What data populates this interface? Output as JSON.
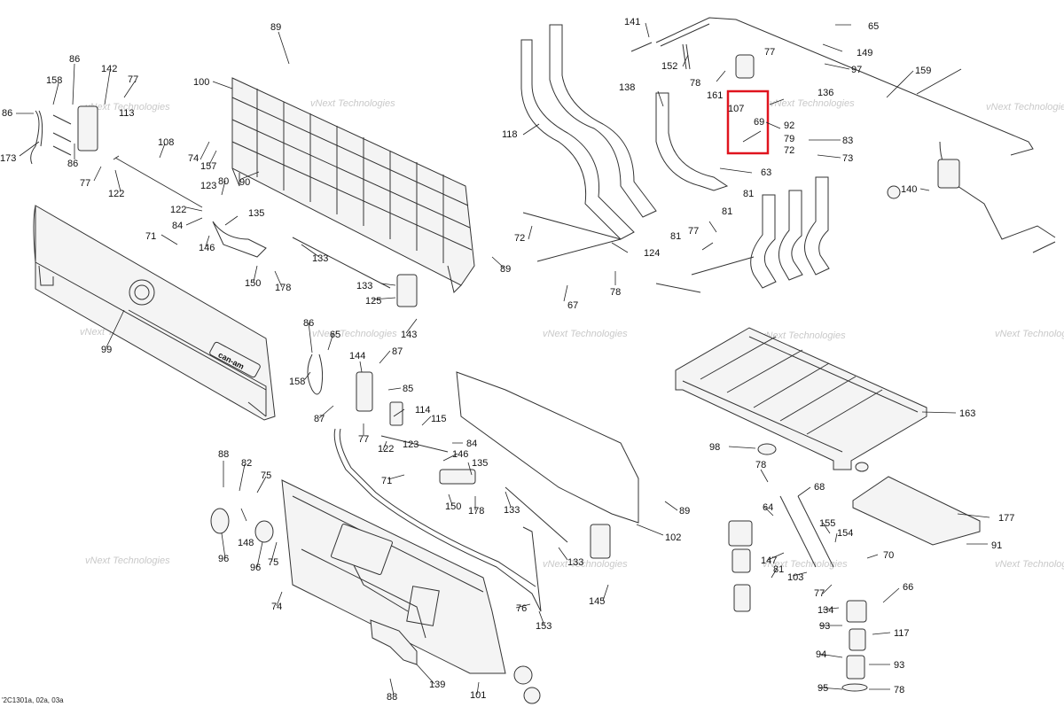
{
  "callouts": [
    {
      "id": "c141",
      "text": "141"
    },
    {
      "id": "c65a",
      "text": "65"
    },
    {
      "id": "c89a",
      "text": "89"
    },
    {
      "id": "c100",
      "text": "100"
    },
    {
      "id": "c152",
      "text": "152"
    },
    {
      "id": "c77a",
      "text": "77"
    },
    {
      "id": "c149",
      "text": "149"
    },
    {
      "id": "c97",
      "text": "97"
    },
    {
      "id": "c159",
      "text": "159"
    },
    {
      "id": "c78a",
      "text": "78"
    },
    {
      "id": "c161",
      "text": "161"
    },
    {
      "id": "c107",
      "text": "107"
    },
    {
      "id": "c136",
      "text": "136"
    },
    {
      "id": "c69",
      "text": "69"
    },
    {
      "id": "c92",
      "text": "92"
    },
    {
      "id": "c79",
      "text": "79"
    },
    {
      "id": "c83",
      "text": "83"
    },
    {
      "id": "c73a",
      "text": "73"
    },
    {
      "id": "c72a",
      "text": "72"
    },
    {
      "id": "c138",
      "text": "138"
    },
    {
      "id": "c118",
      "text": "118"
    },
    {
      "id": "c63",
      "text": "63"
    },
    {
      "id": "c140",
      "text": "140"
    },
    {
      "id": "c81a",
      "text": "81"
    },
    {
      "id": "c81b",
      "text": "81"
    },
    {
      "id": "c81c",
      "text": "81"
    },
    {
      "id": "c77b",
      "text": "77"
    },
    {
      "id": "c72b",
      "text": "72"
    },
    {
      "id": "c124",
      "text": "124"
    },
    {
      "id": "c67",
      "text": "67"
    },
    {
      "id": "c78b",
      "text": "78"
    },
    {
      "id": "c86a",
      "text": "86"
    },
    {
      "id": "c158a",
      "text": "158"
    },
    {
      "id": "c142",
      "text": "142"
    },
    {
      "id": "c77c",
      "text": "77"
    },
    {
      "id": "c86b",
      "text": "86"
    },
    {
      "id": "c113",
      "text": "113"
    },
    {
      "id": "c173",
      "text": "173"
    },
    {
      "id": "c86c",
      "text": "86"
    },
    {
      "id": "c77d",
      "text": "77"
    },
    {
      "id": "c108",
      "text": "108"
    },
    {
      "id": "c122a",
      "text": "122"
    },
    {
      "id": "c74a",
      "text": "74"
    },
    {
      "id": "c157",
      "text": "157"
    },
    {
      "id": "c90",
      "text": "90"
    },
    {
      "id": "c123a",
      "text": "123"
    },
    {
      "id": "c80",
      "text": "80"
    },
    {
      "id": "c122b",
      "text": "122"
    },
    {
      "id": "c84a",
      "text": "84"
    },
    {
      "id": "c135a",
      "text": "135"
    },
    {
      "id": "c71a",
      "text": "71"
    },
    {
      "id": "c146a",
      "text": "146"
    },
    {
      "id": "c133a",
      "text": "133"
    },
    {
      "id": "c150a",
      "text": "150"
    },
    {
      "id": "c178a",
      "text": "178"
    },
    {
      "id": "c89b",
      "text": "89"
    },
    {
      "id": "c133b",
      "text": "133"
    },
    {
      "id": "c125",
      "text": "125"
    },
    {
      "id": "c143",
      "text": "143"
    },
    {
      "id": "c99",
      "text": "99"
    },
    {
      "id": "c86d",
      "text": "86"
    },
    {
      "id": "c65b",
      "text": "65"
    },
    {
      "id": "c158b",
      "text": "158"
    },
    {
      "id": "c144",
      "text": "144"
    },
    {
      "id": "c87a",
      "text": "87"
    },
    {
      "id": "c85",
      "text": "85"
    },
    {
      "id": "c87b",
      "text": "87"
    },
    {
      "id": "c114",
      "text": "114"
    },
    {
      "id": "c77e",
      "text": "77"
    },
    {
      "id": "c115",
      "text": "115"
    },
    {
      "id": "c122c",
      "text": "122"
    },
    {
      "id": "c123b",
      "text": "123"
    },
    {
      "id": "c84b",
      "text": "84"
    },
    {
      "id": "c146b",
      "text": "146"
    },
    {
      "id": "c71b",
      "text": "71"
    },
    {
      "id": "c135b",
      "text": "135"
    },
    {
      "id": "c150b",
      "text": "150"
    },
    {
      "id": "c178b",
      "text": "178"
    },
    {
      "id": "c133c",
      "text": "133"
    },
    {
      "id": "c89c",
      "text": "89"
    },
    {
      "id": "c102",
      "text": "102"
    },
    {
      "id": "c163",
      "text": "163"
    },
    {
      "id": "c98",
      "text": "98"
    },
    {
      "id": "c78c",
      "text": "78"
    },
    {
      "id": "c68",
      "text": "68"
    },
    {
      "id": "c64",
      "text": "64"
    },
    {
      "id": "c155",
      "text": "155"
    },
    {
      "id": "c154",
      "text": "154"
    },
    {
      "id": "c177",
      "text": "177"
    },
    {
      "id": "c91",
      "text": "91"
    },
    {
      "id": "c70",
      "text": "70"
    },
    {
      "id": "c147",
      "text": "147"
    },
    {
      "id": "c103",
      "text": "103"
    },
    {
      "id": "c81d",
      "text": "81"
    },
    {
      "id": "c77f",
      "text": "77"
    },
    {
      "id": "c66",
      "text": "66"
    },
    {
      "id": "c134",
      "text": "134"
    },
    {
      "id": "c93a",
      "text": "93"
    },
    {
      "id": "c117",
      "text": "117"
    },
    {
      "id": "c94",
      "text": "94"
    },
    {
      "id": "c93b",
      "text": "93"
    },
    {
      "id": "c95",
      "text": "95"
    },
    {
      "id": "c78d",
      "text": "78"
    },
    {
      "id": "c88a",
      "text": "88"
    },
    {
      "id": "c82",
      "text": "82"
    },
    {
      "id": "c75a",
      "text": "75"
    },
    {
      "id": "c148",
      "text": "148"
    },
    {
      "id": "c96a",
      "text": "96"
    },
    {
      "id": "c96b",
      "text": "96"
    },
    {
      "id": "c75b",
      "text": "75"
    },
    {
      "id": "c74b",
      "text": "74"
    },
    {
      "id": "c133d",
      "text": "133"
    },
    {
      "id": "c145",
      "text": "145"
    },
    {
      "id": "c76",
      "text": "76"
    },
    {
      "id": "c153",
      "text": "153"
    },
    {
      "id": "c139",
      "text": "139"
    },
    {
      "id": "c101",
      "text": "101"
    },
    {
      "id": "c88b",
      "text": "88"
    }
  ],
  "watermark": "vNext Technologies",
  "brand_label": "can-am",
  "footer_code": "'2C1301a, 02a, 03a",
  "highlight_color": "#e0141e"
}
